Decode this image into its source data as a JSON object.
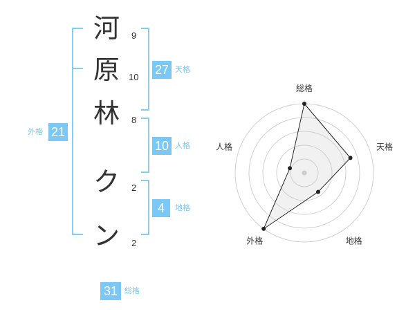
{
  "characters": [
    {
      "char": "河",
      "strokes": "9"
    },
    {
      "char": "原",
      "strokes": "10"
    },
    {
      "char": "林",
      "strokes": "8"
    },
    {
      "char": "ク",
      "strokes": "2"
    },
    {
      "char": "ン",
      "strokes": "2"
    }
  ],
  "kakusu": {
    "tenkaku": {
      "value": "27",
      "label": "天格"
    },
    "jinkaku": {
      "value": "10",
      "label": "人格"
    },
    "chikaku": {
      "value": "4",
      "label": "地格"
    },
    "gaikaku": {
      "value": "21",
      "label": "外格"
    },
    "soukaku": {
      "value": "31",
      "label": "総格"
    }
  },
  "colors": {
    "accent": "#7cc8f4",
    "bracket": "#88ccf0",
    "text": "#333333"
  },
  "chart_data": {
    "type": "radar",
    "axes": [
      "総格",
      "天格",
      "地格",
      "外格",
      "人格"
    ],
    "values": [
      5,
      3.5,
      1.7,
      5,
      1.1
    ],
    "range": [
      0,
      5
    ],
    "rings": 5
  }
}
